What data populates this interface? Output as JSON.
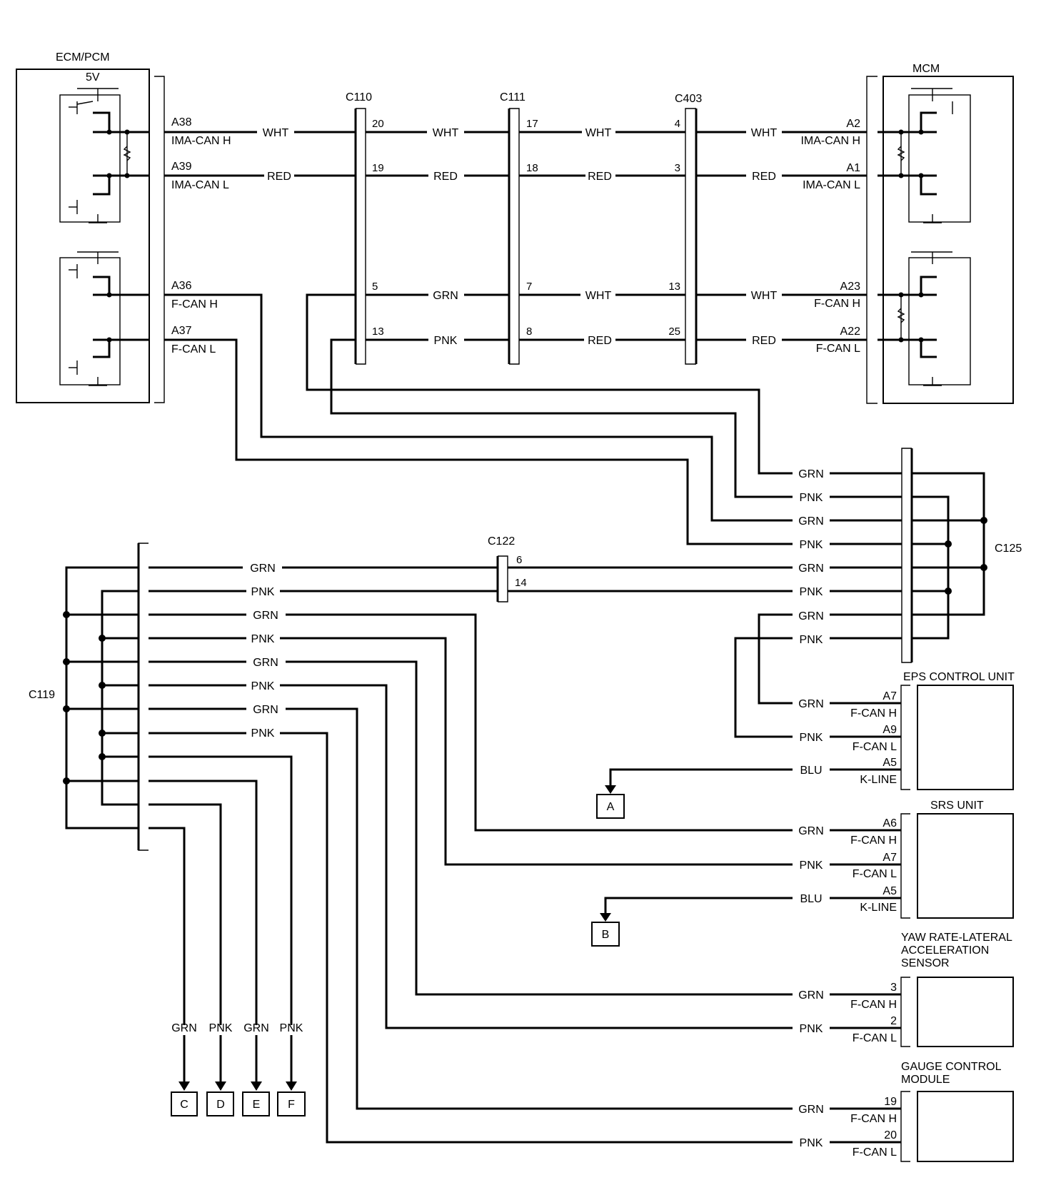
{
  "modules": {
    "ecm": {
      "title": "ECM/PCM",
      "supply": "5V",
      "pins": [
        {
          "pin": "A38",
          "signal": "IMA-CAN H",
          "wire": "WHT"
        },
        {
          "pin": "A39",
          "signal": "IMA-CAN L",
          "wire": "RED"
        },
        {
          "pin": "A36",
          "signal": "F-CAN H"
        },
        {
          "pin": "A37",
          "signal": "F-CAN L"
        }
      ]
    },
    "mcm": {
      "title": "MCM",
      "pins": [
        {
          "pin": "A2",
          "signal": "IMA-CAN H",
          "wire": "WHT"
        },
        {
          "pin": "A1",
          "signal": "IMA-CAN L",
          "wire": "RED"
        },
        {
          "pin": "A23",
          "signal": "F-CAN H",
          "wire": "WHT"
        },
        {
          "pin": "A22",
          "signal": "F-CAN L",
          "wire": "RED"
        }
      ]
    },
    "eps": {
      "title": "EPS CONTROL UNIT",
      "pins": [
        {
          "pin": "A7",
          "signal": "F-CAN H",
          "wire": "GRN"
        },
        {
          "pin": "A9",
          "signal": "F-CAN L",
          "wire": "PNK"
        },
        {
          "pin": "A5",
          "signal": "K-LINE",
          "wire": "BLU"
        }
      ]
    },
    "srs": {
      "title": "SRS UNIT",
      "pins": [
        {
          "pin": "A6",
          "signal": "F-CAN H",
          "wire": "GRN"
        },
        {
          "pin": "A7",
          "signal": "F-CAN L",
          "wire": "PNK"
        },
        {
          "pin": "A5",
          "signal": "K-LINE",
          "wire": "BLU"
        }
      ]
    },
    "yaw": {
      "title_lines": [
        "YAW RATE-LATERAL",
        "ACCELERATION",
        "SENSOR"
      ],
      "pins": [
        {
          "pin": "3",
          "signal": "F-CAN H",
          "wire": "GRN"
        },
        {
          "pin": "2",
          "signal": "F-CAN L",
          "wire": "PNK"
        }
      ]
    },
    "gauge": {
      "title_lines": [
        "GAUGE CONTROL",
        "MODULE"
      ],
      "pins": [
        {
          "pin": "19",
          "signal": "F-CAN H",
          "wire": "GRN"
        },
        {
          "pin": "20",
          "signal": "F-CAN L",
          "wire": "PNK"
        }
      ]
    }
  },
  "connectors": {
    "c110": {
      "name": "C110",
      "pins": [
        "20",
        "19",
        "5",
        "13"
      ]
    },
    "c111": {
      "name": "C111",
      "pins": [
        "17",
        "18",
        "7",
        "8"
      ]
    },
    "c403": {
      "name": "C403",
      "pins": [
        "4",
        "3",
        "13",
        "25"
      ]
    },
    "c122": {
      "name": "C122",
      "pins": [
        "6",
        "14"
      ]
    },
    "c125": {
      "name": "C125"
    },
    "c119": {
      "name": "C119"
    }
  },
  "top_wires": {
    "row1": [
      "WHT",
      "WHT",
      "WHT",
      "WHT"
    ],
    "row2": [
      "RED",
      "RED",
      "RED",
      "RED"
    ],
    "row3": [
      "GRN",
      "WHT",
      "WHT"
    ],
    "row4": [
      "PNK",
      "RED",
      "RED"
    ]
  },
  "c125_wires": [
    "GRN",
    "PNK",
    "GRN",
    "PNK",
    "GRN",
    "PNK",
    "GRN",
    "PNK"
  ],
  "c119_wires": [
    "GRN",
    "PNK",
    "GRN",
    "PNK",
    "GRN",
    "PNK",
    "GRN",
    "PNK"
  ],
  "bottom_wires": [
    "GRN",
    "PNK",
    "GRN",
    "PNK"
  ],
  "refs": [
    "A",
    "B",
    "C",
    "D",
    "E",
    "F"
  ]
}
